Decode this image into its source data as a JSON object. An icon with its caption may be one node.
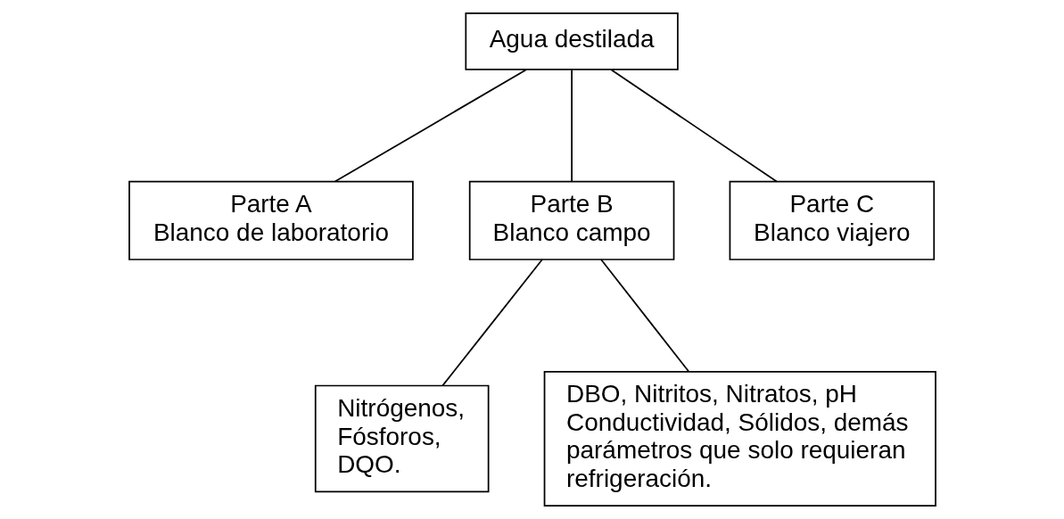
{
  "diagram": {
    "nodes": [
      {
        "text": [
          "Agua destilada"
        ]
      },
      {
        "text": [
          "Parte A",
          "Blanco de laboratorio"
        ]
      },
      {
        "text": [
          "Parte B",
          "Blanco campo"
        ]
      },
      {
        "text": [
          "Parte C",
          "Blanco viajero"
        ]
      },
      {
        "text": [
          "Nitrógenos, Fósforos, DQO."
        ]
      },
      {
        "text": [
          "DBO, Nitritos, Nitratos, pH Conductividad, Sólidos, demás parámetros que solo requieran refrigeración."
        ]
      }
    ],
    "edges": [
      {
        "from": 0,
        "to": 1,
        "arrow": "none"
      },
      {
        "from": 0,
        "to": 2,
        "arrow": "none"
      },
      {
        "from": 0,
        "to": 3,
        "arrow": "none"
      },
      {
        "from": 2,
        "to": 4,
        "arrow": "none"
      },
      {
        "from": 2,
        "to": 5,
        "arrow": "none"
      }
    ]
  }
}
